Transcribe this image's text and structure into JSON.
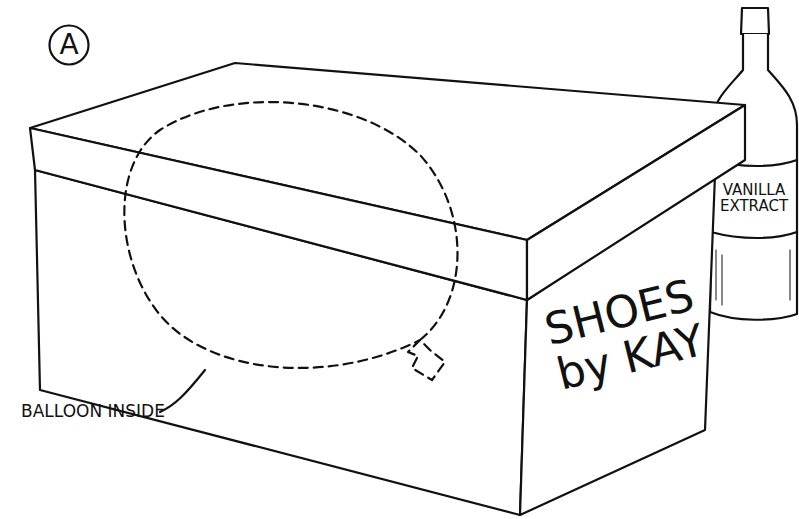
{
  "diagram": {
    "nodes": [
      {
        "text": [
          "A"
        ]
      },
      {
        "text": [
          "SHOES by KAY"
        ]
      },
      {
        "text": [
          "VANILLA EXTRACT"
        ]
      }
    ],
    "labels": [
      "BALLOON INSIDE"
    ]
  }
}
